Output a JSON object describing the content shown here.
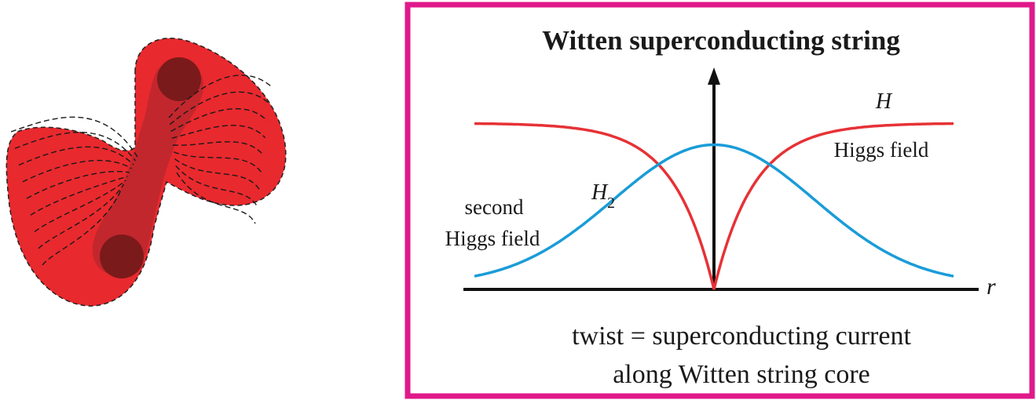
{
  "colors": {
    "frame": "#e0198a",
    "h_curve": "#e63236",
    "h2_curve": "#1a9cd8",
    "axes": "#111111",
    "string_body": "#e8292e",
    "string_core": "#c2272d",
    "string_end": "#7b1a1a"
  },
  "left_figure": {
    "icon": "twisted-string-icon"
  },
  "panel": {
    "title": "Witten superconducting string",
    "label_H": "H",
    "label_H_desc": "Higgs field",
    "label_H2_base": "H",
    "label_H2_sub": "2",
    "label_second_line1": "second",
    "label_second_line2": "Higgs field",
    "axis_r": "r",
    "caption_line1": "twist = superconducting current",
    "caption_line2": "along Witten string core"
  },
  "chart_data": {
    "type": "line",
    "title": "Witten superconducting string",
    "xlabel": "r",
    "ylabel": "",
    "xlim": [
      -1,
      1
    ],
    "ylim": [
      0,
      1.2
    ],
    "series": [
      {
        "name": "H",
        "shape": "1 - exp(-6|r|)",
        "peak": 1.0,
        "center_value": 0.0
      },
      {
        "name": "H_2",
        "shape": "gaussian",
        "peak": 0.99,
        "edge_value": 0.04
      }
    ]
  }
}
